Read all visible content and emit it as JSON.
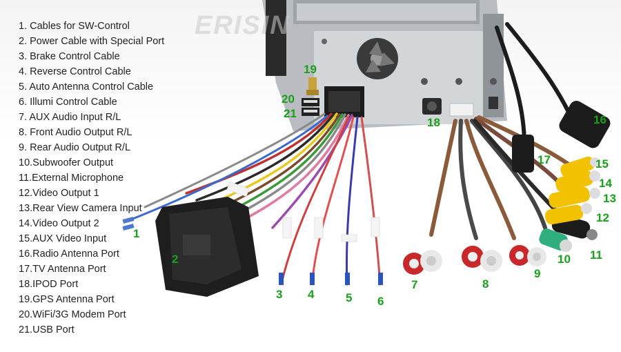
{
  "brand": "ERISIN",
  "legend": [
    "1. Cables for SW-Control",
    "2. Power Cable with Special Port",
    "3. Brake Control Cable",
    "4. Reverse Control Cable",
    "5. Auto Antenna Control Cable",
    "6. Illumi Control Cable",
    "7. AUX Audio Input R/L",
    "8. Front Audio Output R/L",
    "9. Rear Audio Output R/L",
    "10.Subwoofer Output",
    "11.External Microphone",
    "12.Video Output 1",
    "13.Rear View Camera Input",
    "14.Video Output 2",
    "15.AUX Video Input",
    "16.Radio Antenna Port",
    "17.TV Antenna Port",
    "18.IPOD Port",
    "19.GPS Antenna Port",
    "20.WiFi/3G Modem Port",
    "21.USB Port"
  ],
  "callouts": [
    "1",
    "2",
    "3",
    "4",
    "5",
    "6",
    "7",
    "8",
    "9",
    "10",
    "11",
    "12",
    "13",
    "14",
    "15",
    "16",
    "17",
    "18",
    "19",
    "20",
    "21"
  ],
  "colors": {
    "callout": "#1aa01a",
    "text": "#222222"
  }
}
